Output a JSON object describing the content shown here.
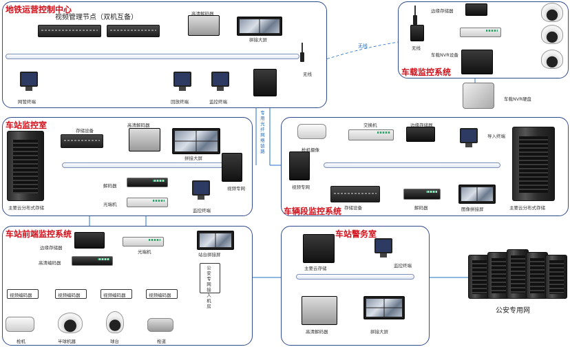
{
  "panels": {
    "metro_center": "地铁运营控制中心",
    "vehicle": "车载监控系统",
    "station_room": "车站监控室",
    "section": "车辆段监控系统",
    "frontend": "车站前端监控系统",
    "police": "车站警务室"
  },
  "labels": {
    "video_node": "视频管理节点（双机互备）",
    "hd_decoder": "高清解码器",
    "screen_wall": "拼接大屏",
    "network_mgmt": "网管终端",
    "playback": "回放终端",
    "monitor_terminal": "监控终端",
    "wireless": "无线",
    "wireless2": "无线",
    "edge_storage": "边缘存储器",
    "vehicle_nvr": "车载NVR设备",
    "vehicle_hdd": "车载NVR硬盘",
    "dedicated_link": "专用光纤网络链路",
    "storage_st": "存储设备",
    "decoder_st": "高清解码器",
    "screen_st": "拼接大屏",
    "storage_unit": "主要云分布式存储",
    "decoder2": "解码器",
    "optical": "光端机",
    "monitor_term2": "监控终端",
    "dedicated": "视频专网",
    "switch": "交换机",
    "edge2": "边缘存储器",
    "bullet_cam": "枪机摄像",
    "import_term": "导入终端",
    "depot_switch": "视频专网",
    "depot_storage": "存储设备",
    "depot_decoder": "解码器",
    "depot_display": "图像拼接屏",
    "depot_unit": "主要云分布式存储",
    "edge_store3": "边缘存储器",
    "hd_encoder": "高清编码器",
    "optical2": "光端机",
    "display_decode": "站台拼接屏",
    "sensor_text": "公安专网接入机房",
    "enc1": "视频编码器",
    "enc2": "视频编码器",
    "enc3": "视频编码器",
    "enc4": "视频编码器",
    "cam_gun": "枪机",
    "cam_dome": "半球机器",
    "cam_ptz": "球台",
    "cam_box": "枪道",
    "police_storage": "主要云存储",
    "police_term": "监控终端",
    "police_decoder": "高清解码器",
    "police_screen": "拼接大屏",
    "public_net": "公安专用网"
  },
  "colors": {
    "title_red": "#d0101a",
    "line_blue": "#1d6fc4",
    "border": "#2f4a8a"
  }
}
